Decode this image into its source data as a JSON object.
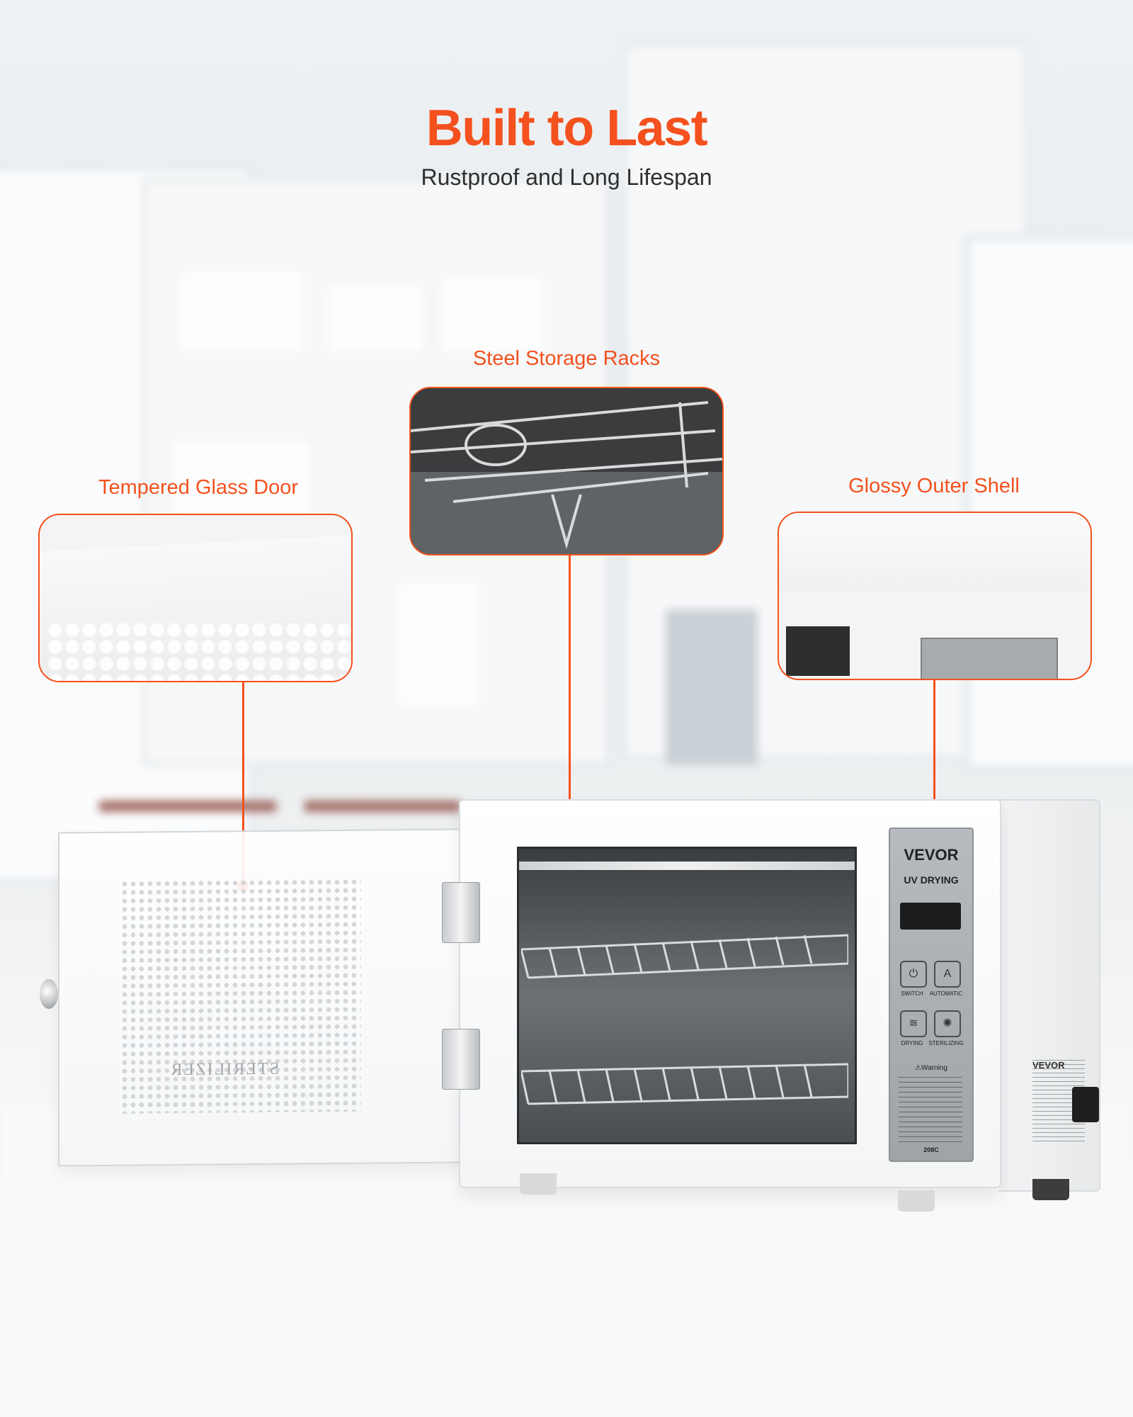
{
  "headline": {
    "title": "Built to Last",
    "subtitle": "Rustproof and Long Lifespan"
  },
  "callouts": [
    {
      "id": "door",
      "label": "Tempered Glass Door"
    },
    {
      "id": "racks",
      "label": "Steel Storage Racks"
    },
    {
      "id": "shell",
      "label": "Glossy Outer Shell"
    }
  ],
  "product": {
    "brand": "VEVOR",
    "mode_label": "UV DRYING",
    "buttons": [
      {
        "icon": "power-icon",
        "glyph": "⏻",
        "label": "SWITCH"
      },
      {
        "icon": "auto-icon",
        "glyph": "A",
        "label": "AUTOMATIC"
      },
      {
        "icon": "drying-icon",
        "glyph": "≋",
        "label": "DRYING"
      },
      {
        "icon": "uv-icon",
        "glyph": "✺",
        "label": "STERILIZING"
      }
    ],
    "warning_title": "⚠Warning",
    "model": "208C",
    "door_text": "STERILIZER",
    "side_brand": "VEVOR"
  },
  "colors": {
    "accent": "#f4511e"
  }
}
